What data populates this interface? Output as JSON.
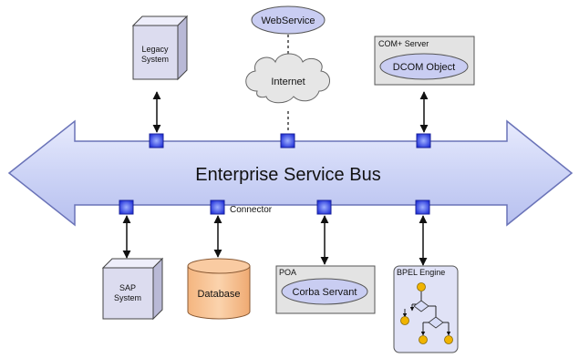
{
  "bus": {
    "label": "Enterprise Service Bus"
  },
  "top": {
    "legacy": {
      "line1": "Legacy",
      "line2": "System"
    },
    "webservice": {
      "label": "WebService"
    },
    "internet": {
      "label": "Internet"
    },
    "com_server": {
      "title": "COM+ Server",
      "object": "DCOM Object"
    }
  },
  "bottom": {
    "connector_label": "Connector",
    "sap": {
      "line1": "SAP",
      "line2": "System"
    },
    "database": {
      "label": "Database"
    },
    "poa": {
      "title": "POA",
      "servant": "Corba Servant"
    },
    "bpel": {
      "title": "BPEL Engine"
    }
  },
  "colors": {
    "bus_fill": "#cdd4f6",
    "bus_stroke": "#6a73b8",
    "connector": "#2a3cf0",
    "box3d_front": "#dcdcef",
    "database": "#f7c496",
    "oval_fill": "#c9cdf2",
    "server_box": "#e3e3e3"
  }
}
